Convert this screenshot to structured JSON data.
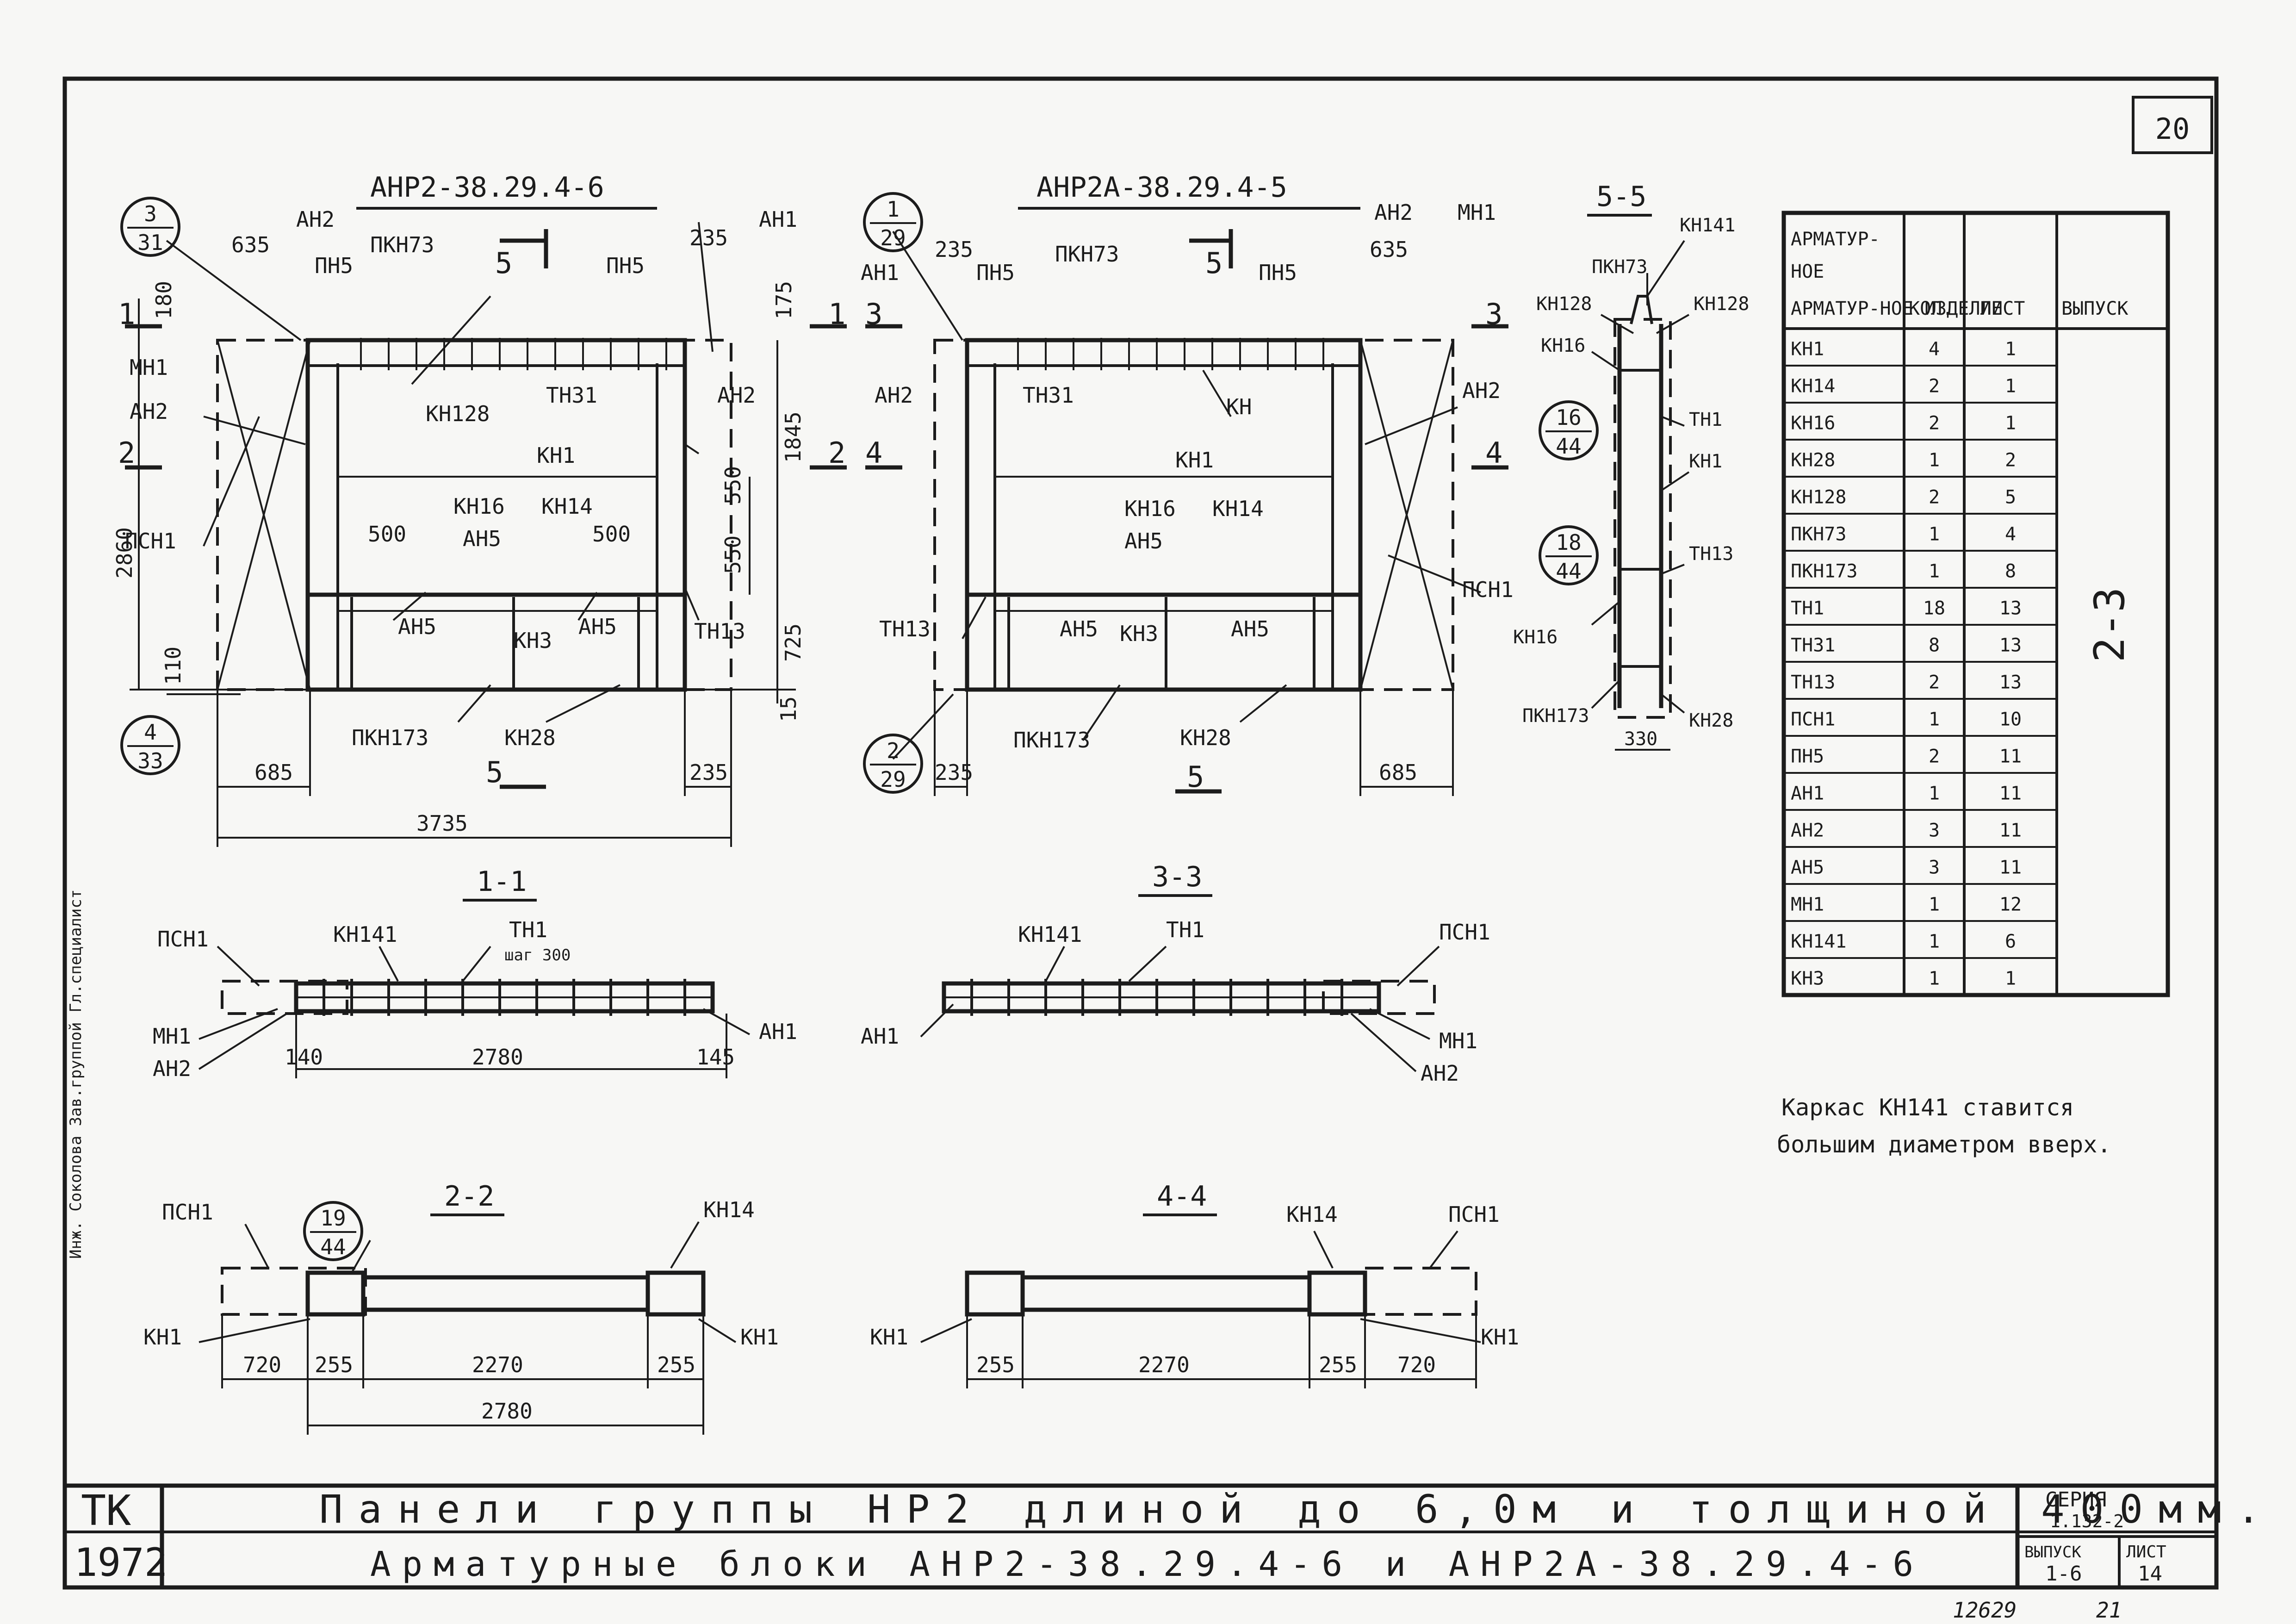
{
  "sheet": {
    "page_number": "20",
    "side_code": "2-3",
    "left_strip": "Инж.  Соколова  Зав.группой  Гл.специалист",
    "bottom_note_1": "12629",
    "bottom_note_2": "21"
  },
  "view_left": {
    "title": "АНР2-38.29.4-6",
    "callout_top": {
      "top": "3",
      "bottom": "31"
    },
    "callout_bottom": {
      "top": "4",
      "bottom": "33"
    },
    "labels": [
      "АН2",
      "ПН5",
      "ПКН73",
      "АН1",
      "МН1",
      "АН2",
      "ПСН1",
      "КН128",
      "ТН31",
      "АН2",
      "КН1",
      "КН16",
      "КН14",
      "АН5",
      "АН5",
      "КН3",
      "АН5",
      "ТН13",
      "ПКН173",
      "КН28",
      "ПН5"
    ],
    "dims": [
      "635",
      "235",
      "180",
      "175",
      "1845",
      "550",
      "550",
      "725",
      "2860",
      "110",
      "15",
      "500",
      "500",
      "685",
      "235",
      "3735"
    ],
    "section_marks": [
      "5",
      "5",
      "1",
      "1",
      "2",
      "2"
    ]
  },
  "view_right": {
    "title": "АНР2А-38.29.4-5",
    "callout_top": {
      "top": "1",
      "bottom": "29"
    },
    "callout_bottom": {
      "top": "2",
      "bottom": "29"
    },
    "labels": [
      "АН2",
      "МН1",
      "АН1",
      "ПН5",
      "ПКН73",
      "ПН5",
      "ТН31",
      "АН2",
      "КН",
      "АН2",
      "КН1",
      "КН16",
      "КН14",
      "АН5",
      "ТН13",
      "АН5",
      "КН3",
      "АН5",
      "ПСН1",
      "ПКН173",
      "КН28"
    ],
    "dims": [
      "235",
      "635",
      "235",
      "685"
    ],
    "section_marks": [
      "5",
      "5",
      "3",
      "3",
      "4",
      "4"
    ]
  },
  "view_55": {
    "title": "5-5",
    "labels": [
      "КН141",
      "ПКН73",
      "КН128",
      "КН128",
      "КН16",
      "ТН1",
      "КН1",
      "ТН13",
      "КН16",
      "ПКН173",
      "КН28"
    ],
    "callouts": [
      {
        "top": "16",
        "bottom": "44"
      },
      {
        "top": "18",
        "bottom": "44"
      }
    ],
    "dims": [
      "330"
    ]
  },
  "section_11": {
    "title": "1-1",
    "labels": [
      "ПСН1",
      "КН141",
      "ТН1",
      "шаг 300",
      "МН1",
      "АН2",
      "АН1"
    ],
    "dims": [
      "140",
      "2780",
      "145"
    ]
  },
  "section_33": {
    "title": "3-3",
    "labels": [
      "КН141",
      "ТН1",
      "ПСН1",
      "АН1",
      "МН1",
      "АН2"
    ]
  },
  "section_22": {
    "title": "2-2",
    "callout": {
      "top": "19",
      "bottom": "44"
    },
    "labels": [
      "ПСН1",
      "КН14",
      "КН1",
      "КН1"
    ],
    "dims": [
      "720",
      "255",
      "2270",
      "255",
      "2780"
    ]
  },
  "section_44": {
    "title": "4-4",
    "labels": [
      "КН14",
      "ПСН1",
      "КН1",
      "КН1"
    ],
    "dims": [
      "255",
      "2270",
      "255",
      "720"
    ]
  },
  "spec_table": {
    "headers": [
      "АРМАТУР-НОЕ ИЗДЕЛИЕ",
      "КОЛ.",
      "ЛИСТ",
      "ВЫПУСК"
    ],
    "rows": [
      [
        "КН1",
        "4",
        "1"
      ],
      [
        "КН14",
        "2",
        "1"
      ],
      [
        "КН16",
        "2",
        "1"
      ],
      [
        "КН28",
        "1",
        "2"
      ],
      [
        "КН128",
        "2",
        "5"
      ],
      [
        "ПКН73",
        "1",
        "4"
      ],
      [
        "ПКН173",
        "1",
        "8"
      ],
      [
        "ТН1",
        "18",
        "13"
      ],
      [
        "ТН31",
        "8",
        "13"
      ],
      [
        "ТН13",
        "2",
        "13"
      ],
      [
        "ПСН1",
        "1",
        "10"
      ],
      [
        "ПН5",
        "2",
        "11"
      ],
      [
        "АН1",
        "1",
        "11"
      ],
      [
        "АН2",
        "3",
        "11"
      ],
      [
        "АН5",
        "3",
        "11"
      ],
      [
        "МН1",
        "1",
        "12"
      ],
      [
        "КН141",
        "1",
        "6"
      ],
      [
        "КН3",
        "1",
        "1"
      ]
    ]
  },
  "note": {
    "line1": "Каркас КН141 ставится",
    "line2": "большим диаметром вверх."
  },
  "title_block": {
    "org": "ТК",
    "year": "1972",
    "line1": "Панели группы НР2 длиной до 6,0м и толщиной 400мм.",
    "line2": "Арматурные блоки АНР2-38.29.4-6 и АНР2А-38.29.4-6",
    "series_label": "СЕРИЯ",
    "series_value": "1.132-2",
    "issue_label": "ВЫПУСК",
    "issue_value": "1-6",
    "sheet_label": "ЛИСТ",
    "sheet_value": "14"
  }
}
